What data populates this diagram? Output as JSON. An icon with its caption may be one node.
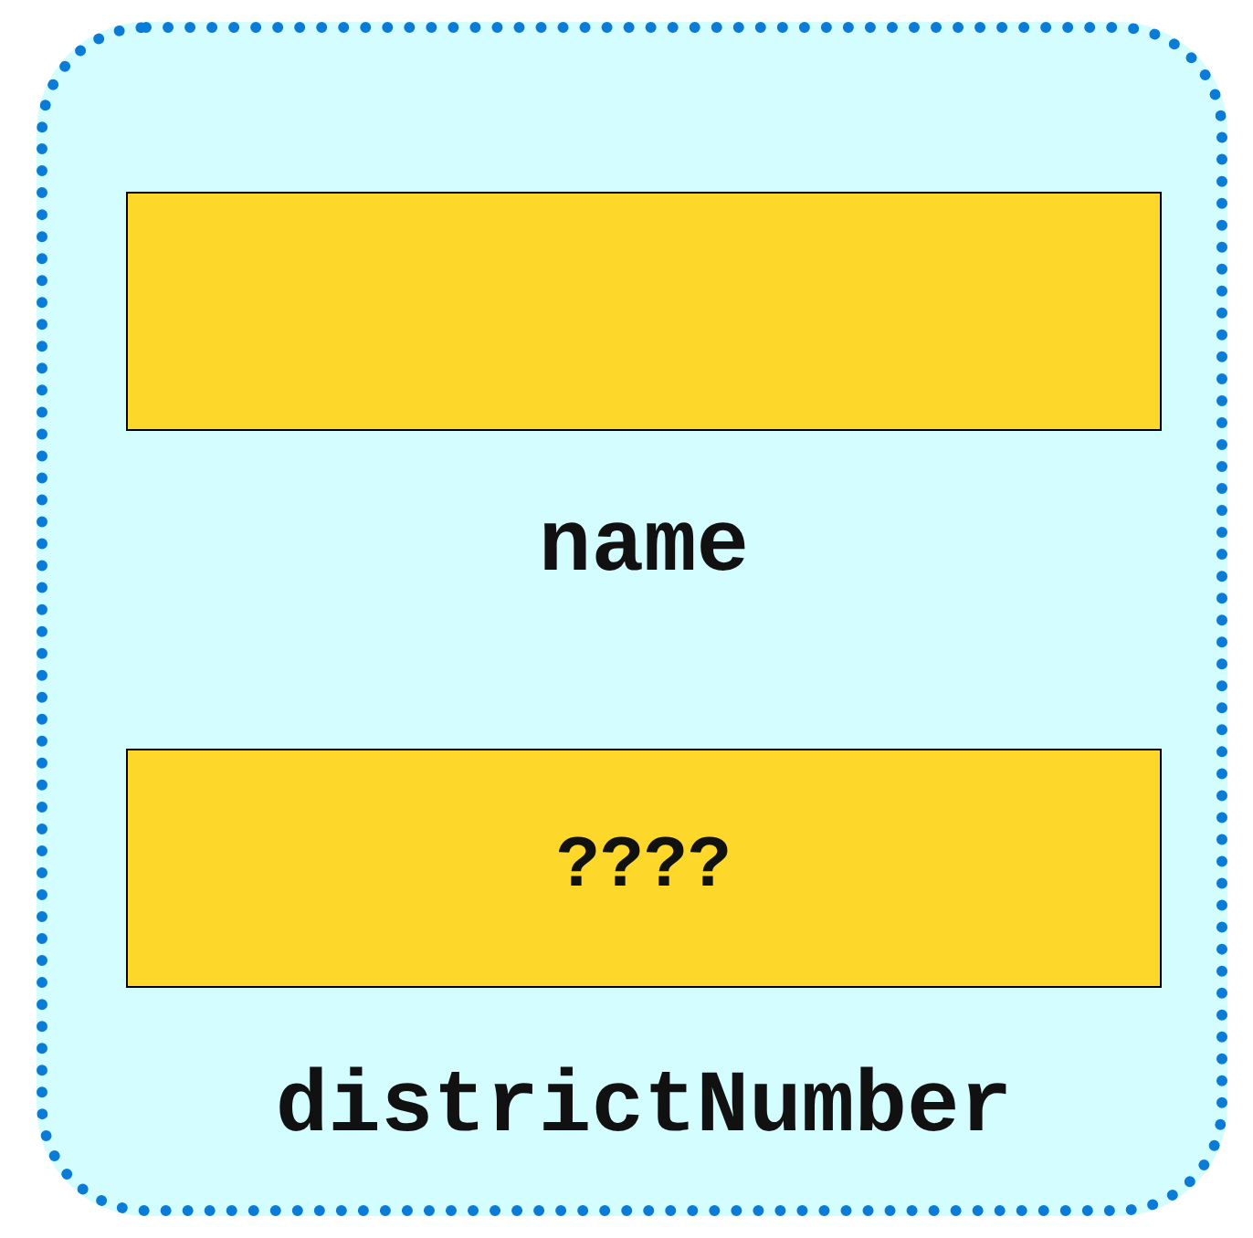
{
  "diagram": {
    "nodes": [
      {
        "text": [],
        "shape": "box"
      },
      {
        "text": [
          "name"
        ],
        "in": 0
      },
      {
        "text": [
          "????",
          "districtNumber"
        ],
        "in": 0
      }
    ]
  }
}
